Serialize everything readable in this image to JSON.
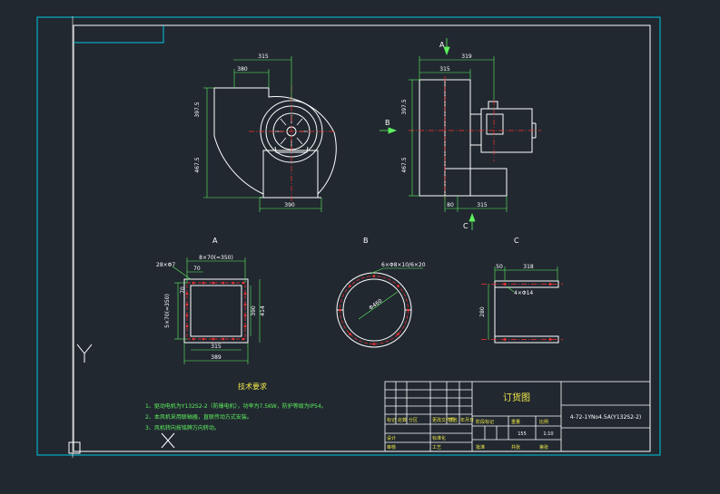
{
  "colors": {
    "background": "#212830",
    "frame": "#00c8e0",
    "outline": "#ffffff",
    "dimension": "#5ef05e",
    "centerline": "#ff3030",
    "tech_text": "#5ef05e",
    "titleblock_text": "#f2e94a"
  },
  "front_view": {
    "dim_top": "315",
    "dim_top_left": "380",
    "dim_upper_height": "397.5",
    "dim_lower_height": "467.5",
    "dim_base": "390"
  },
  "side_view": {
    "arrow_a": "A",
    "arrow_b": "B",
    "arrow_c": "C",
    "dim_top": "319",
    "dim_top_inner": "315",
    "dim_upper_height": "397.5",
    "dim_lower_height": "467.5",
    "dim_base_left": "80",
    "dim_base_right": "315"
  },
  "view_a": {
    "label": "A",
    "dim_top": "8×70(=350)",
    "dim_holes": "28×Φ7",
    "dim_edge": "70",
    "dim_edge_v": "70",
    "dim_left": "5×70(=350)",
    "dim_height_inner": "390",
    "dim_height_outer": "414",
    "dim_width_inner": "315",
    "dim_width_outer": "389"
  },
  "view_b": {
    "label": "B",
    "dim_holes": "6×Φ8×10/6×20",
    "dim_diameter": "Φ460"
  },
  "view_c": {
    "label": "C",
    "dim_top_left": "50",
    "dim_top_right": "318",
    "dim_holes": "4×Φ14",
    "dim_height": "280"
  },
  "tech_requirements": {
    "title": "技术要求",
    "lines": [
      "1、驱动电机为Y132S2-2（防爆电机），功率为7.5KW，防护等级为IP54。",
      "2、本风机采用联轴器，直联传动方式安装。",
      "3、风机转向按铭牌方向转动。"
    ]
  },
  "title_block": {
    "drawing_title": "订货图",
    "model": "4-72-1YNo4.5A(Y132S2-2)",
    "cells": [
      "标记",
      "处数",
      "分区",
      "更改文件号",
      "签名",
      "年月日",
      "设计",
      "标准化",
      "阶段标记",
      "重量",
      "比例",
      "审核",
      "工艺",
      "批准",
      "共张",
      "第张"
    ],
    "scale": "1:10",
    "weight": "155"
  }
}
